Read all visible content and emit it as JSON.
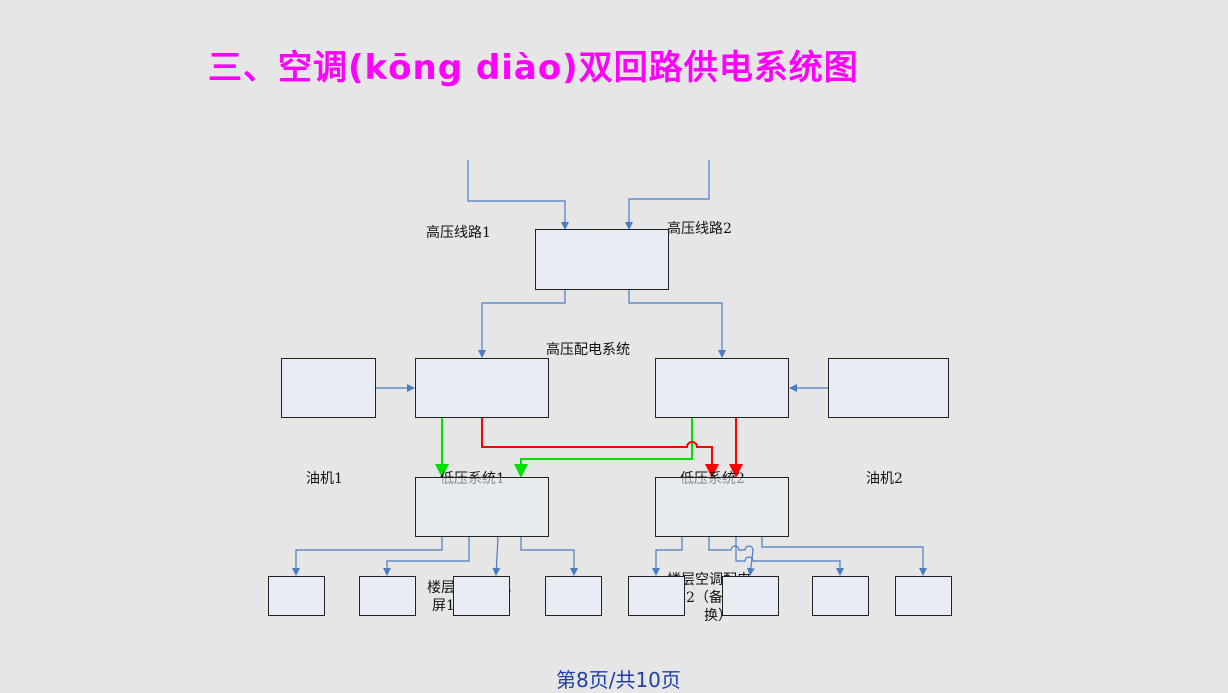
{
  "title": "三、空调(kōng diào)双回路供电系统图",
  "labels": {
    "hv_line_1": "高压线路1",
    "hv_line_2": "高压线路2",
    "hv_distribution": "高压配电系统",
    "generator_1": "油机1",
    "generator_2": "油机2",
    "lv_system_1": "低压系统1",
    "lv_system_2": "低压系统2",
    "floor_panel_1_line1": "楼层空调配电",
    "floor_panel_1_line2": "屏1（主用）",
    "floor_panel_2_line1": "楼层空调配电",
    "floor_panel_2_line2": "屏2（备用切",
    "floor_panel_2_line3": "换）"
  },
  "footer": "第8页/共10页",
  "colors": {
    "title": "#ff00ff",
    "connector": "#4a7cc2",
    "green_feed": "#00e000",
    "red_feed": "#ff0000",
    "box_fill": "#e8ecf5",
    "footer": "#1f3fa8"
  }
}
